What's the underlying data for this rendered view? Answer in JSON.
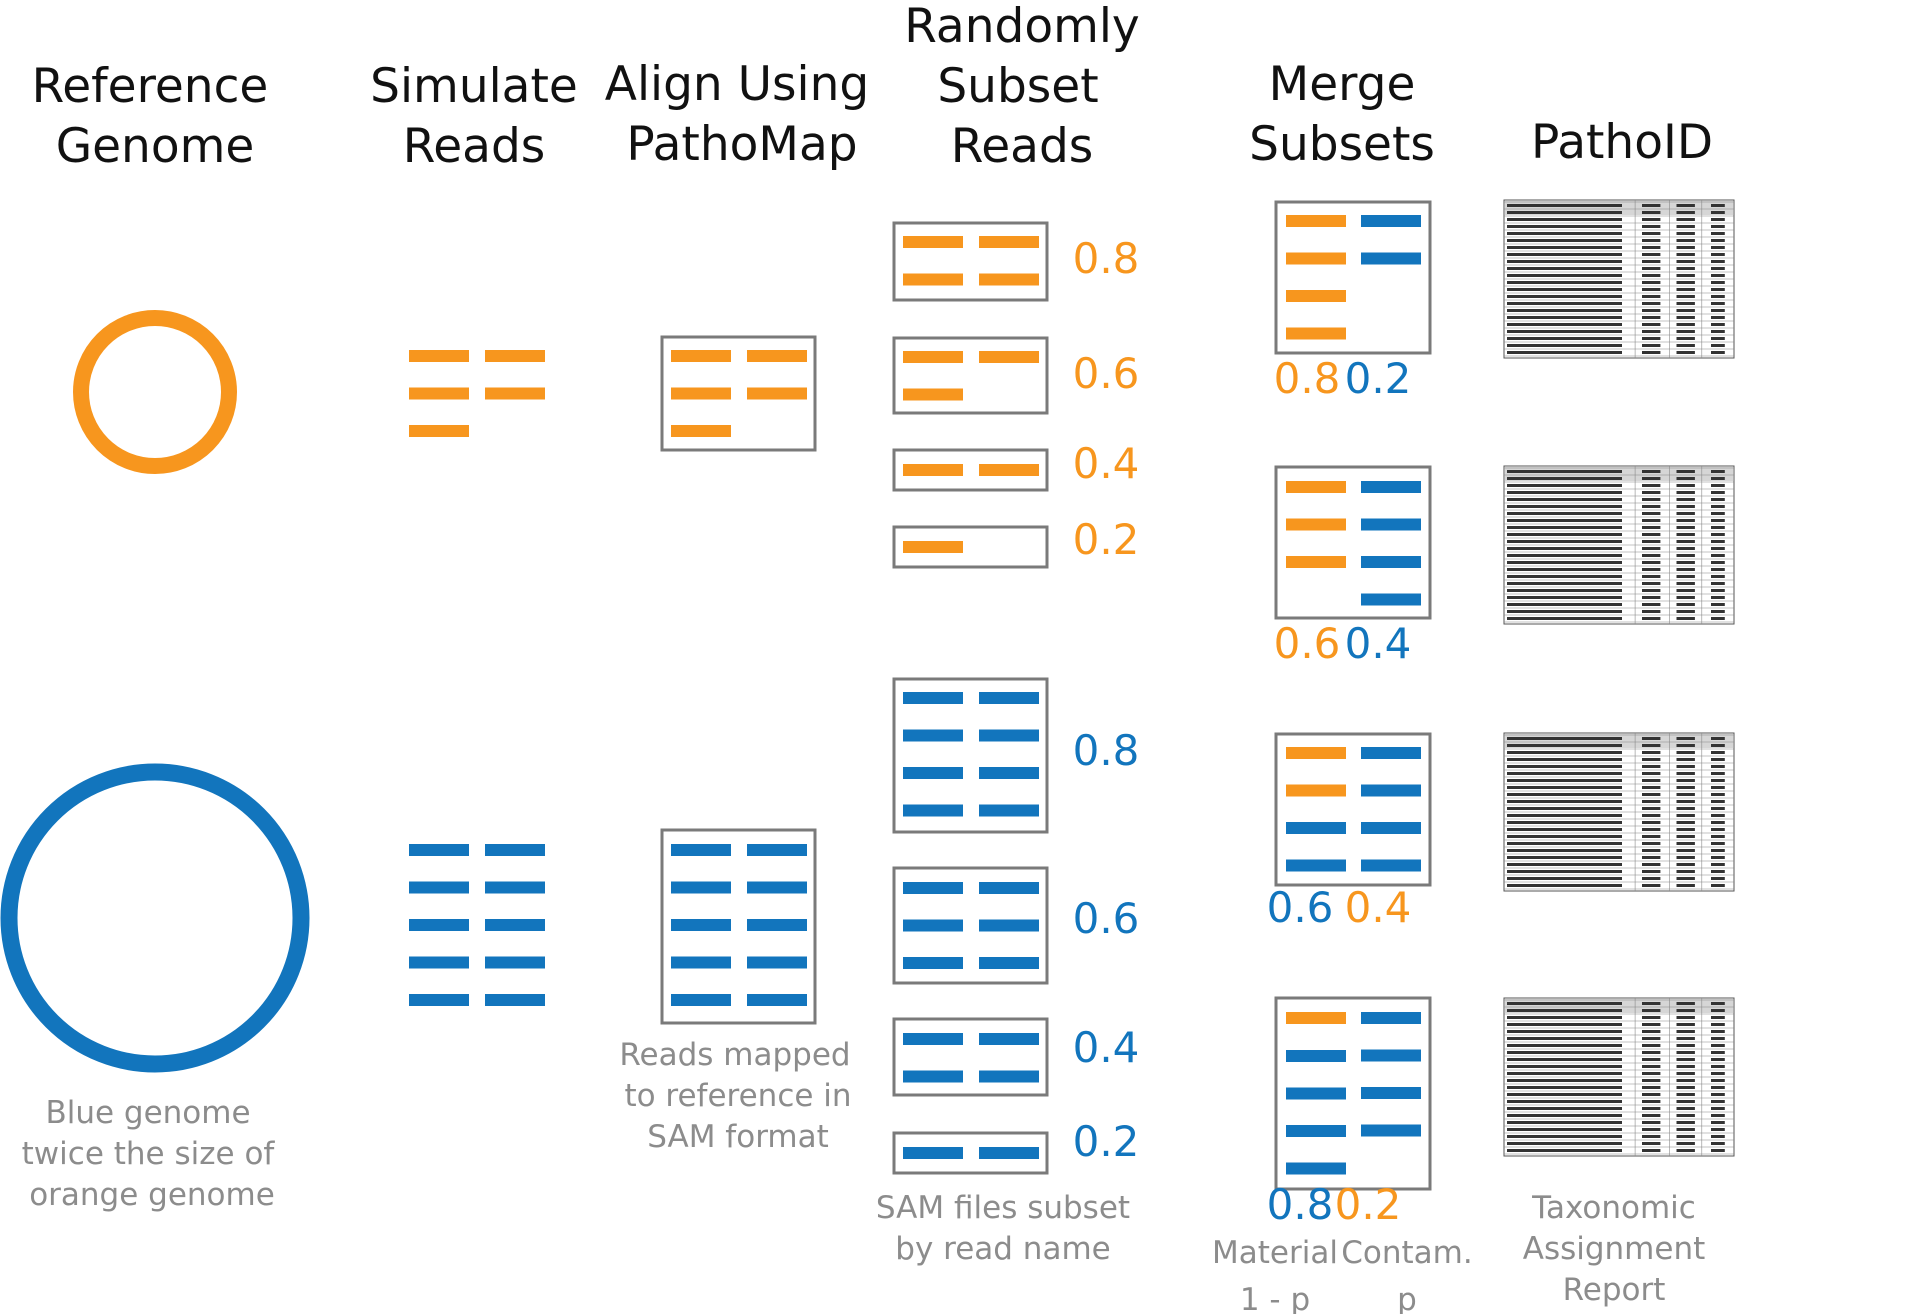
{
  "colors": {
    "orange": "#f7961e",
    "blue": "#1275bd",
    "note_gray": "#8c8c8c",
    "box_gray": "#7a7a7a"
  },
  "headers": {
    "reference": [
      "Reference",
      "Genome"
    ],
    "simulate": [
      "Simulate",
      "Reads"
    ],
    "align": [
      "Align Using",
      "PathoMap"
    ],
    "subset": [
      "Randomly",
      "Subset",
      "Reads"
    ],
    "merge": [
      "Merge",
      "Subsets"
    ],
    "pathoid": [
      "PathoID"
    ]
  },
  "notes": {
    "genome": [
      "Blue genome",
      "twice the size of",
      "orange genome"
    ],
    "align": [
      "Reads mapped",
      "to reference in",
      "SAM format"
    ],
    "subset": [
      "SAM files subset",
      "by read name"
    ],
    "material": [
      "Material",
      "1 - p"
    ],
    "contam": [
      "Contam.",
      "p"
    ],
    "report": [
      "Taxonomic",
      "Assignment",
      "Report"
    ]
  },
  "subset_values": {
    "orange": [
      "0.8",
      "0.6",
      "0.4",
      "0.2"
    ],
    "blue": [
      "0.8",
      "0.6",
      "0.4",
      "0.2"
    ]
  },
  "merged": [
    {
      "first": "0.8",
      "first_color": "orange",
      "second": "0.2",
      "second_color": "blue"
    },
    {
      "first": "0.6",
      "first_color": "orange",
      "second": "0.4",
      "second_color": "blue"
    },
    {
      "first": "0.6",
      "first_color": "blue",
      "second": "0.4",
      "second_color": "orange"
    },
    {
      "first": "0.8",
      "first_color": "blue",
      "second": "0.2",
      "second_color": "orange"
    }
  ]
}
